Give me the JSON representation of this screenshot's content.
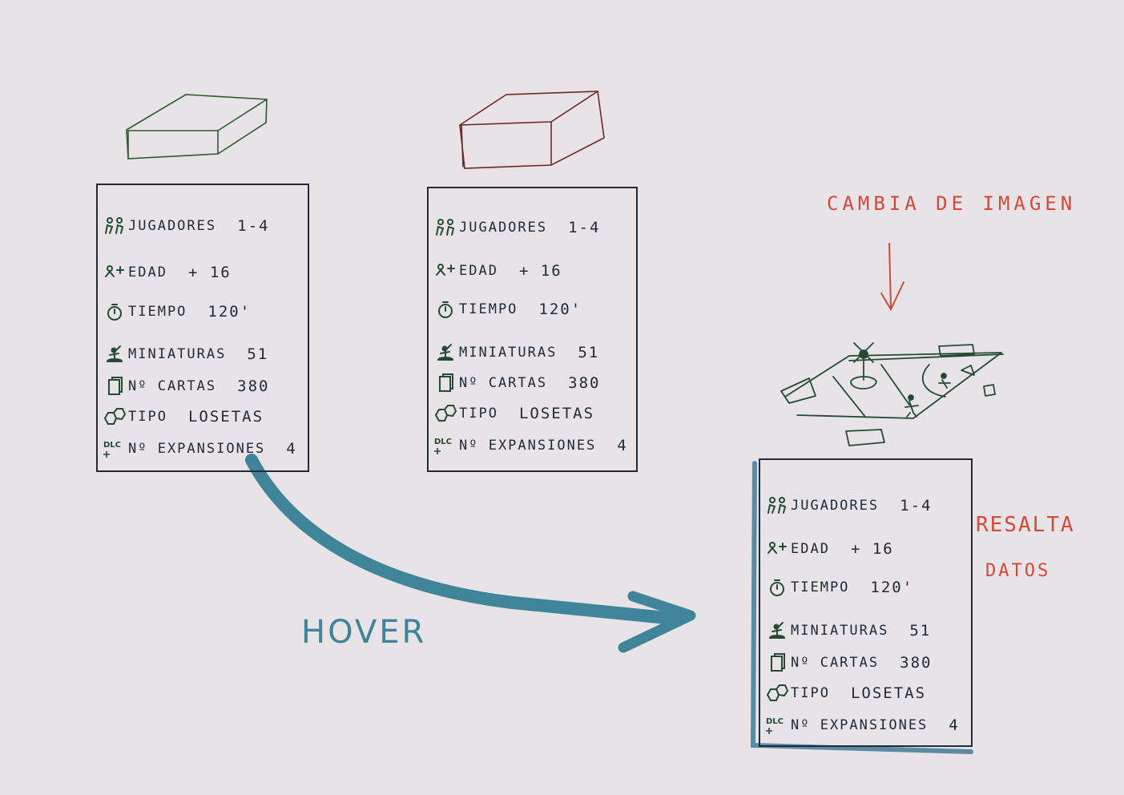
{
  "colors": {
    "background": "#e7e3e6",
    "ink": "#1f2b3b",
    "box_green": "#2f5a2f",
    "box_red": "#6b2a28",
    "icon_green": "#244a34",
    "annotation_red": "#d24a3a",
    "hover_teal": "#3f8499"
  },
  "cards": [
    {
      "rows": [
        {
          "icon": "players-icon",
          "label": "JUGADORES",
          "value": "1-4"
        },
        {
          "icon": "age-icon",
          "label": "EDAD",
          "value": "+ 16"
        },
        {
          "icon": "timer-icon",
          "label": "TIEMPO",
          "value": "120'"
        },
        {
          "icon": "miniature-icon",
          "label": "MINIATURAS",
          "value": "51"
        },
        {
          "icon": "cards-icon",
          "label": "Nº CARTAS",
          "value": "380"
        },
        {
          "icon": "hexagon-icon",
          "label": "TIPO",
          "value": "LOSETAS"
        },
        {
          "icon": "dlc-icon",
          "label": "Nº EXPANSIONES",
          "value": "4"
        }
      ]
    },
    {
      "rows": [
        {
          "icon": "players-icon",
          "label": "JUGADORES",
          "value": "1-4"
        },
        {
          "icon": "age-icon",
          "label": "EDAD",
          "value": "+ 16"
        },
        {
          "icon": "timer-icon",
          "label": "TIEMPO",
          "value": "120'"
        },
        {
          "icon": "miniature-icon",
          "label": "MINIATURAS",
          "value": "51"
        },
        {
          "icon": "cards-icon",
          "label": "Nº CARTAS",
          "value": "380"
        },
        {
          "icon": "hexagon-icon",
          "label": "TIPO",
          "value": "LOSETAS"
        },
        {
          "icon": "dlc-icon",
          "label": "Nº EXPANSIONES",
          "value": "4"
        }
      ]
    },
    {
      "rows": [
        {
          "icon": "players-icon",
          "label": "JUGADORES",
          "value": "1-4"
        },
        {
          "icon": "age-icon",
          "label": "EDAD",
          "value": "+ 16"
        },
        {
          "icon": "timer-icon",
          "label": "TIEMPO",
          "value": "120'"
        },
        {
          "icon": "miniature-icon",
          "label": "MINIATURAS",
          "value": "51"
        },
        {
          "icon": "cards-icon",
          "label": "Nº CARTAS",
          "value": "380"
        },
        {
          "icon": "hexagon-icon",
          "label": "TIPO",
          "value": "LOSETAS"
        },
        {
          "icon": "dlc-icon",
          "label": "Nº EXPANSIONES",
          "value": "4"
        }
      ]
    }
  ],
  "icon_text": {
    "dlc": "DLC"
  },
  "annotations": {
    "change_image": "CAMBIA DE IMAGEN",
    "highlight_line1": "RESALTA",
    "highlight_line2": "DATOS",
    "hover": "HOVER"
  }
}
